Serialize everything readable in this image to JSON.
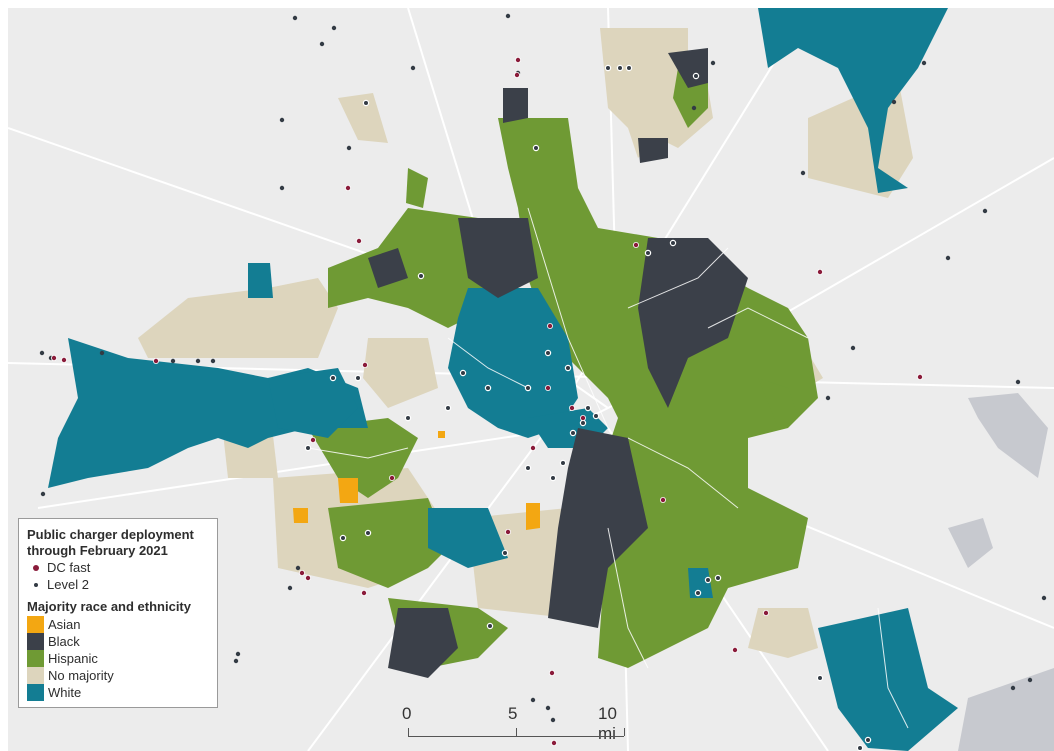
{
  "legend": {
    "title": "Public charger deployment through February 2021",
    "chargers": [
      {
        "label": "DC fast",
        "color": "#8a1b3a"
      },
      {
        "label": "Level 2",
        "color": "#333b44"
      }
    ],
    "race_title": "Majority race and ethnicity",
    "race": [
      {
        "label": "Asian",
        "color": "#f3a712"
      },
      {
        "label": "Black",
        "color": "#3b4049"
      },
      {
        "label": "Hispanic",
        "color": "#6f9a34"
      },
      {
        "label": "No majority",
        "color": "#ddd5bd"
      },
      {
        "label": "White",
        "color": "#137d93"
      }
    ]
  },
  "scale": {
    "labels": [
      "0",
      "5",
      "10 mi"
    ]
  },
  "colors": {
    "background": "#ececec",
    "roads": "#ffffff",
    "water": "#c7c9cf"
  }
}
